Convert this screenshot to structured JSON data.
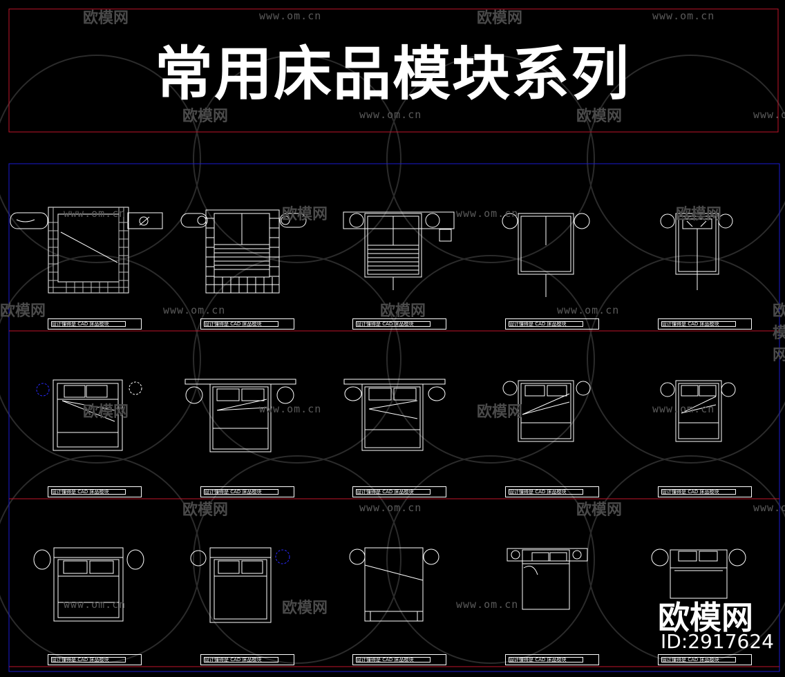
{
  "title": "常用床品模块系列",
  "watermark": {
    "url": "www.om.cn",
    "logo": "欧模网"
  },
  "label_text": "设计懂得是 CAD 床品模块",
  "brand": {
    "name": "欧模网",
    "id": "ID:2917624"
  },
  "colors": {
    "background": "#000000",
    "frame_red": "#c0142a",
    "frame_blue": "#1a1ad0",
    "line": "#ffffff",
    "accent_blue": "#2a2aff"
  },
  "blocks": [
    {
      "row": 1,
      "col": 1,
      "icon": "bed-tiled-rug-icon"
    },
    {
      "row": 1,
      "col": 2,
      "icon": "bed-striped-blanket-icon"
    },
    {
      "row": 1,
      "col": 3,
      "icon": "bed-striped-blanket-icon"
    },
    {
      "row": 1,
      "col": 4,
      "icon": "bed-plain-icon"
    },
    {
      "row": 1,
      "col": 5,
      "icon": "single-bed-icon"
    },
    {
      "row": 2,
      "col": 1,
      "icon": "double-bed-pillows-icon"
    },
    {
      "row": 2,
      "col": 2,
      "icon": "double-bed-pillows-icon"
    },
    {
      "row": 2,
      "col": 3,
      "icon": "double-bed-pillows-icon"
    },
    {
      "row": 2,
      "col": 4,
      "icon": "double-bed-pillows-icon"
    },
    {
      "row": 2,
      "col": 5,
      "icon": "double-bed-pillows-icon"
    },
    {
      "row": 3,
      "col": 1,
      "icon": "double-bed-pillows-icon"
    },
    {
      "row": 3,
      "col": 2,
      "icon": "double-bed-pillows-icon"
    },
    {
      "row": 3,
      "col": 3,
      "icon": "bed-folded-blanket-icon"
    },
    {
      "row": 3,
      "col": 4,
      "icon": "bed-folded-blanket-icon"
    },
    {
      "row": 3,
      "col": 5,
      "icon": "bed-fringed-rug-icon"
    }
  ]
}
